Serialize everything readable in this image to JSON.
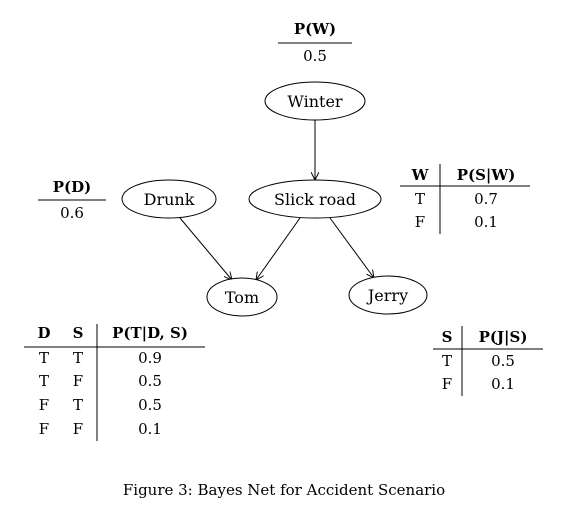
{
  "nodes": {
    "winter": "Winter",
    "drunk": "Drunk",
    "slick_road": "Slick road",
    "tom": "Tom",
    "jerry": "Jerry"
  },
  "priors": {
    "w": {
      "header": "P(W)",
      "value": "0.5"
    },
    "d": {
      "header": "P(D)",
      "value": "0.6"
    }
  },
  "tables": {
    "s_given_w": {
      "headers": [
        "W",
        "P(S|W)"
      ],
      "rows": [
        [
          "T",
          "0.7"
        ],
        [
          "F",
          "0.1"
        ]
      ]
    },
    "t_given_ds": {
      "headers": [
        "D",
        "S",
        "P(T|D, S)"
      ],
      "rows": [
        [
          "T",
          "T",
          "0.9"
        ],
        [
          "T",
          "F",
          "0.5"
        ],
        [
          "F",
          "T",
          "0.5"
        ],
        [
          "F",
          "F",
          "0.1"
        ]
      ]
    },
    "j_given_s": {
      "headers": [
        "S",
        "P(J|S)"
      ],
      "rows": [
        [
          "T",
          "0.5"
        ],
        [
          "F",
          "0.1"
        ]
      ]
    }
  },
  "caption": "Figure 3: Bayes Net for Accident Scenario"
}
